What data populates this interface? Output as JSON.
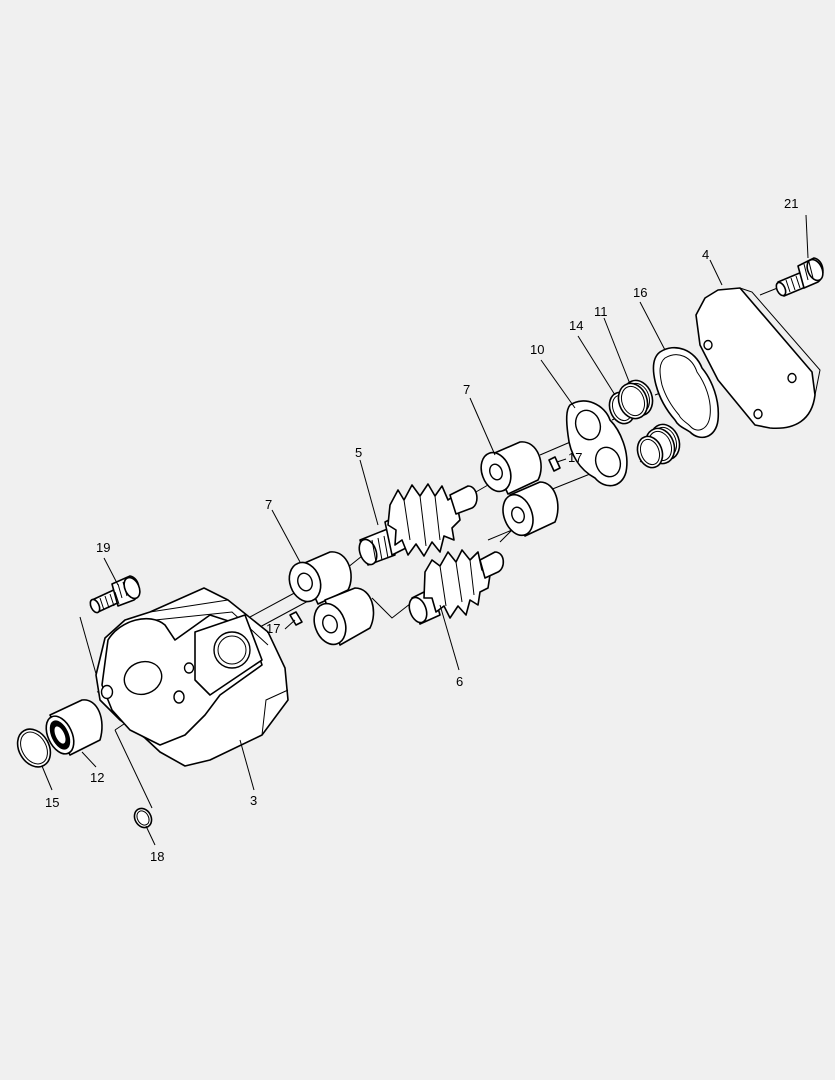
{
  "callouts": {
    "c3": "3",
    "c4": "4",
    "c5": "5",
    "c6": "6",
    "c7_upper": "7",
    "c7_lower": "7",
    "c10": "10",
    "c11": "11",
    "c12": "12",
    "c14": "14",
    "c15": "15",
    "c16": "16",
    "c17_upper": "17",
    "c17_lower": "17",
    "c18": "18",
    "c19": "19",
    "c21": "21"
  },
  "colors": {
    "background": "#f0f0f0",
    "line": "#000000",
    "fill": "#ffffff"
  }
}
